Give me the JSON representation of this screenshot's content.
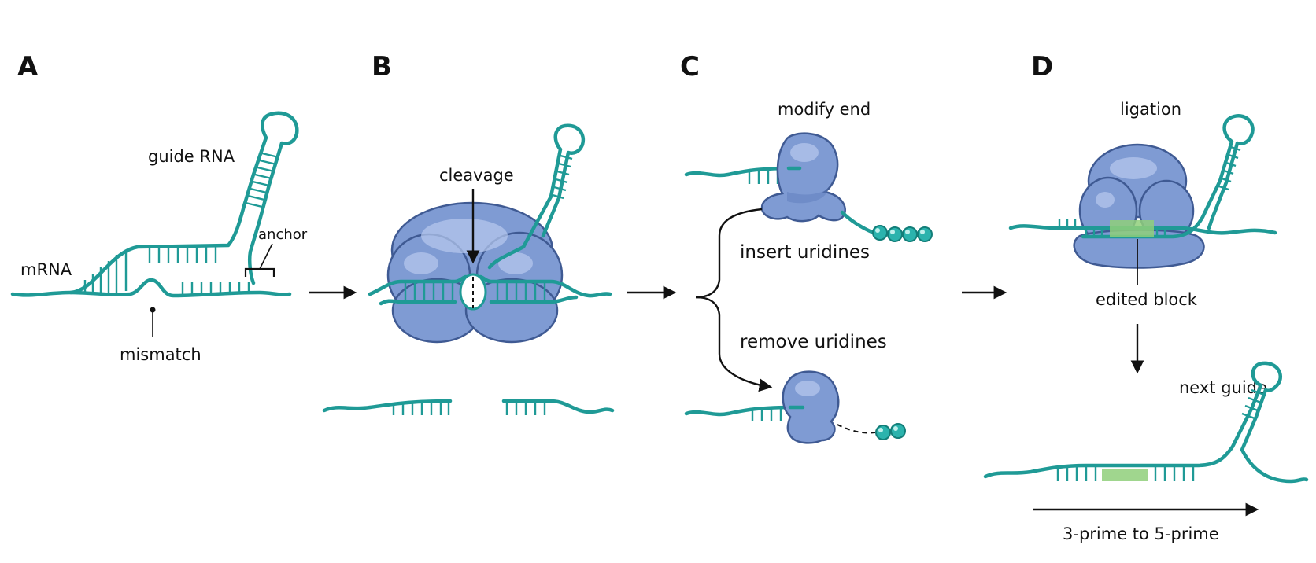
{
  "panels": {
    "a": {
      "letter": "A",
      "guide_rna": "guide RNA",
      "anchor": "anchor",
      "mrna": "mRNA",
      "mismatch": "mismatch"
    },
    "b": {
      "letter": "B",
      "cleavage": "cleavage"
    },
    "c": {
      "letter": "C",
      "modify_end": "modify end",
      "insert_uridines": "insert uridines",
      "remove_uridines": "remove uridines"
    },
    "d": {
      "letter": "D",
      "ligation": "ligation",
      "edited_block": "edited block",
      "next_guide": "next guide",
      "direction": "3-prime to 5-prime"
    }
  },
  "colors": {
    "rna_strand": "#1f9a96",
    "protein": "#7f9bd3",
    "edited_block": "#8fcf7a",
    "uridine_bead": "#2bb3ad"
  },
  "icons": [
    "rna-strand",
    "guide-rna-hairpin",
    "editing-enzyme",
    "uridine-bead",
    "flow-arrow"
  ]
}
